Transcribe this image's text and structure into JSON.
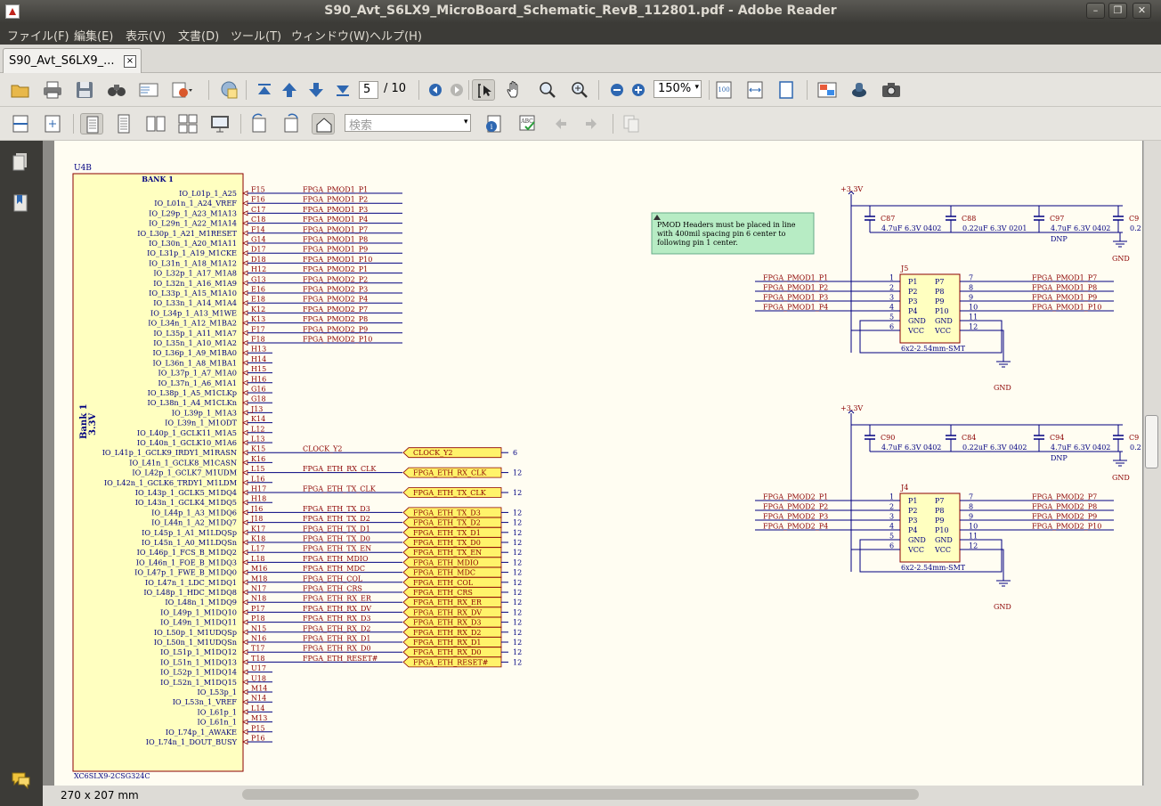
{
  "window": {
    "title": "S90_Avt_S6LX9_MicroBoard_Schematic_RevB_112801.pdf - Adobe Reader"
  },
  "menu": [
    "ファイル(F)",
    "編集(E)",
    "表示(V)",
    "文書(D)",
    "ツール(T)",
    "ウィンドウ(W)",
    "ヘルプ(H)"
  ],
  "tab": {
    "label": "S90_Avt_S6LX9_...",
    "close": "×"
  },
  "toolbar": {
    "page_current": "5",
    "page_total": "/ 10",
    "zoom": "150%",
    "search_placeholder": "検索"
  },
  "status": {
    "dimensions": "270 x 207 mm"
  },
  "schematic": {
    "ref": "U4B",
    "bank_title": "BANK 1",
    "bank_label_1": "Bank 1",
    "bank_label_2": "3.3V",
    "part": "XC6SLX9-2CSG324C",
    "pins": [
      {
        "n": "IO_L01p_1_A25",
        "b": "F15",
        "net": "FPGA_PMOD1_P1"
      },
      {
        "n": "IO_L01n_1_A24_VREF",
        "b": "F16",
        "net": "FPGA_PMOD1_P2"
      },
      {
        "n": "IO_L29p_1_A23_M1A13",
        "b": "C17",
        "net": "FPGA_PMOD1_P3"
      },
      {
        "n": "IO_L29n_1_A22_M1A14",
        "b": "C18",
        "net": "FPGA_PMOD1_P4"
      },
      {
        "n": "IO_L30p_1_A21_M1RESET",
        "b": "F14",
        "net": "FPGA_PMOD1_P7"
      },
      {
        "n": "IO_L30n_1_A20_M1A11",
        "b": "G14",
        "net": "FPGA_PMOD1_P8"
      },
      {
        "n": "IO_L31p_1_A19_M1CKE",
        "b": "D17",
        "net": "FPGA_PMOD1_P9"
      },
      {
        "n": "IO_L31n_1_A18_M1A12",
        "b": "D18",
        "net": "FPGA_PMOD1_P10"
      },
      {
        "n": "IO_L32p_1_A17_M1A8",
        "b": "H12",
        "net": "FPGA_PMOD2_P1"
      },
      {
        "n": "IO_L32n_1_A16_M1A9",
        "b": "G13",
        "net": "FPGA_PMOD2_P2"
      },
      {
        "n": "IO_L33p_1_A15_M1A10",
        "b": "E16",
        "net": "FPGA_PMOD2_P3"
      },
      {
        "n": "IO_L33n_1_A14_M1A4",
        "b": "E18",
        "net": "FPGA_PMOD2_P4"
      },
      {
        "n": "IO_L34p_1_A13_M1WE",
        "b": "K12",
        "net": "FPGA_PMOD2_P7"
      },
      {
        "n": "IO_L34n_1_A12_M1BA2",
        "b": "K13",
        "net": "FPGA_PMOD2_P8"
      },
      {
        "n": "IO_L35p_1_A11_M1A7",
        "b": "F17",
        "net": "FPGA_PMOD2_P9"
      },
      {
        "n": "IO_L35n_1_A10_M1A2",
        "b": "F18",
        "net": "FPGA_PMOD2_P10"
      },
      {
        "n": "IO_L36p_1_A9_M1BA0",
        "b": "H13",
        "net": ""
      },
      {
        "n": "IO_L36n_1_A8_M1BA1",
        "b": "H14",
        "net": ""
      },
      {
        "n": "IO_L37p_1_A7_M1A0",
        "b": "H15",
        "net": ""
      },
      {
        "n": "IO_L37n_1_A6_M1A1",
        "b": "H16",
        "net": ""
      },
      {
        "n": "IO_L38p_1_A5_M1CLKp",
        "b": "G16",
        "net": ""
      },
      {
        "n": "IO_L38n_1_A4_M1CLKn",
        "b": "G18",
        "net": ""
      },
      {
        "n": "IO_L39p_1_M1A3",
        "b": "J13",
        "net": ""
      },
      {
        "n": "IO_L39n_1_M1ODT",
        "b": "K14",
        "net": ""
      },
      {
        "n": "IO_L40p_1_GCLK11_M1A5",
        "b": "L12",
        "net": ""
      },
      {
        "n": "IO_L40n_1_GCLK10_M1A6",
        "b": "L13",
        "net": ""
      },
      {
        "n": "IO_L41p_1_GCLK9_IRDY1_M1RASN",
        "b": "K15",
        "net": "CLOCK_Y2"
      },
      {
        "n": "IO_L41n_1_GCLK8_M1CASN",
        "b": "K16",
        "net": ""
      },
      {
        "n": "IO_L42p_1_GCLK7_M1UDM",
        "b": "L15",
        "net": "FPGA_ETH_RX_CLK"
      },
      {
        "n": "IO_L42n_1_GCLK6_TRDY1_M1LDM",
        "b": "L16",
        "net": ""
      },
      {
        "n": "IO_L43p_1_GCLK5_M1DQ4",
        "b": "H17",
        "net": "FPGA_ETH_TX_CLK"
      },
      {
        "n": "IO_L43n_1_GCLK4_M1DQ5",
        "b": "H18",
        "net": ""
      },
      {
        "n": "IO_L44p_1_A3_M1DQ6",
        "b": "J16",
        "net": "FPGA_ETH_TX_D3"
      },
      {
        "n": "IO_L44n_1_A2_M1DQ7",
        "b": "J18",
        "net": "FPGA_ETH_TX_D2"
      },
      {
        "n": "IO_L45p_1_A1_M1LDQSp",
        "b": "K17",
        "net": "FPGA_ETH_TX_D1"
      },
      {
        "n": "IO_L45n_1_A0_M1LDQSn",
        "b": "K18",
        "net": "FPGA_ETH_TX_D0"
      },
      {
        "n": "IO_L46p_1_FCS_B_M1DQ2",
        "b": "L17",
        "net": "FPGA_ETH_TX_EN"
      },
      {
        "n": "IO_L46n_1_FOE_B_M1DQ3",
        "b": "L18",
        "net": "FPGA_ETH_MDIO"
      },
      {
        "n": "IO_L47p_1_FWE_B_M1DQ0",
        "b": "M16",
        "net": "FPGA_ETH_MDC"
      },
      {
        "n": "IO_L47n_1_LDC_M1DQ1",
        "b": "M18",
        "net": "FPGA_ETH_COL"
      },
      {
        "n": "IO_L48p_1_HDC_M1DQ8",
        "b": "N17",
        "net": "FPGA_ETH_CRS"
      },
      {
        "n": "IO_L48n_1_M1DQ9",
        "b": "N18",
        "net": "FPGA_ETH_RX_ER"
      },
      {
        "n": "IO_L49p_1_M1DQ10",
        "b": "P17",
        "net": "FPGA_ETH_RX_DV"
      },
      {
        "n": "IO_L49n_1_M1DQ11",
        "b": "P18",
        "net": "FPGA_ETH_RX_D3"
      },
      {
        "n": "IO_L50p_1_M1UDQSp",
        "b": "N15",
        "net": "FPGA_ETH_RX_D2"
      },
      {
        "n": "IO_L50n_1_M1UDQSn",
        "b": "N16",
        "net": "FPGA_ETH_RX_D1"
      },
      {
        "n": "IO_L51p_1_M1DQ12",
        "b": "T17",
        "net": "FPGA_ETH_RX_D0"
      },
      {
        "n": "IO_L51n_1_M1DQ13",
        "b": "T18",
        "net": "FPGA_ETH_RESET#"
      },
      {
        "n": "IO_L52p_1_M1DQ14",
        "b": "U17",
        "net": ""
      },
      {
        "n": "IO_L52n_1_M1DQ15",
        "b": "U18",
        "net": ""
      },
      {
        "n": "IO_L53p_1",
        "b": "M14",
        "net": ""
      },
      {
        "n": "IO_L53n_1_VREF",
        "b": "N14",
        "net": ""
      },
      {
        "n": "IO_L61p_1",
        "b": "L14",
        "net": ""
      },
      {
        "n": "IO_L61n_1",
        "b": "M13",
        "net": ""
      },
      {
        "n": "IO_L74p_1_AWAKE",
        "b": "P15",
        "net": ""
      },
      {
        "n": "IO_L74n_1_DOUT_BUSY",
        "b": "P16",
        "net": ""
      }
    ],
    "ports": [
      {
        "row": 26,
        "label": "CLOCK_Y2",
        "page": "6"
      },
      {
        "row": 28,
        "label": "FPGA_ETH_RX_CLK",
        "page": "12"
      },
      {
        "row": 30,
        "label": "FPGA_ETH_TX_CLK",
        "page": "12"
      },
      {
        "row": 32,
        "label": "FPGA_ETH_TX_D3",
        "page": "12"
      },
      {
        "row": 33,
        "label": "FPGA_ETH_TX_D2",
        "page": "12"
      },
      {
        "row": 34,
        "label": "FPGA_ETH_TX_D1",
        "page": "12"
      },
      {
        "row": 35,
        "label": "FPGA_ETH_TX_D0",
        "page": "12"
      },
      {
        "row": 36,
        "label": "FPGA_ETH_TX_EN",
        "page": "12"
      },
      {
        "row": 37,
        "label": "FPGA_ETH_MDIO",
        "page": "12"
      },
      {
        "row": 38,
        "label": "FPGA_ETH_MDC",
        "page": "12"
      },
      {
        "row": 39,
        "label": "FPGA_ETH_COL",
        "page": "12"
      },
      {
        "row": 40,
        "label": "FPGA_ETH_CRS",
        "page": "12"
      },
      {
        "row": 41,
        "label": "FPGA_ETH_RX_ER",
        "page": "12"
      },
      {
        "row": 42,
        "label": "FPGA_ETH_RX_DV",
        "page": "12"
      },
      {
        "row": 43,
        "label": "FPGA_ETH_RX_D3",
        "page": "12"
      },
      {
        "row": 44,
        "label": "FPGA_ETH_RX_D2",
        "page": "12"
      },
      {
        "row": 45,
        "label": "FPGA_ETH_RX_D1",
        "page": "12"
      },
      {
        "row": 46,
        "label": "FPGA_ETH_RX_D0",
        "page": "12"
      },
      {
        "row": 47,
        "label": "FPGA_ETH_RESET#",
        "page": "12"
      }
    ],
    "note": [
      "PMOD Headers must be placed in line",
      "with 400mil spacing pin 6 center to",
      "following pin 1 center."
    ],
    "pmods": [
      {
        "ref": "J5",
        "rail": "+3.3V",
        "footprint": "6x2-2.54mm-SMT",
        "gnd": "GND",
        "caps": [
          {
            "ref": "C87",
            "val": "4.7uF 6.3V 0402",
            "dnp": ""
          },
          {
            "ref": "C88",
            "val": "0.22uF 6.3V 0201",
            "dnp": ""
          },
          {
            "ref": "C97",
            "val": "4.7uF 6.3V 0402",
            "dnp": "DNP"
          },
          {
            "ref": "C9",
            "val": "0.2",
            "dnp": ""
          }
        ],
        "left_nets": [
          "FPGA_PMOD1_P1",
          "FPGA_PMOD1_P2",
          "FPGA_PMOD1_P3",
          "FPGA_PMOD1_P4"
        ],
        "right_nets": [
          "FPGA_PMOD1_P7",
          "FPGA_PMOD1_P8",
          "FPGA_PMOD1_P9",
          "FPGA_PMOD1_P10"
        ]
      },
      {
        "ref": "J4",
        "rail": "+3.3V",
        "footprint": "6x2-2.54mm-SMT",
        "gnd": "GND",
        "caps": [
          {
            "ref": "C90",
            "val": "4.7uF 6.3V 0402",
            "dnp": ""
          },
          {
            "ref": "C84",
            "val": "0.22uF 6.3V 0402",
            "dnp": ""
          },
          {
            "ref": "C94",
            "val": "4.7uF 6.3V 0402",
            "dnp": "DNP"
          },
          {
            "ref": "C9",
            "val": "0.2",
            "dnp": ""
          }
        ],
        "left_nets": [
          "FPGA_PMOD2_P1",
          "FPGA_PMOD2_P2",
          "FPGA_PMOD2_P3",
          "FPGA_PMOD2_P4"
        ],
        "right_nets": [
          "FPGA_PMOD2_P7",
          "FPGA_PMOD2_P8",
          "FPGA_PMOD2_P9",
          "FPGA_PMOD2_P10"
        ]
      }
    ],
    "header_pins": {
      "left_nums": [
        "1",
        "2",
        "3",
        "4",
        "5",
        "6"
      ],
      "left_names": [
        "P1",
        "P2",
        "P3",
        "P4",
        "GND",
        "VCC"
      ],
      "right_nums": [
        "7",
        "8",
        "9",
        "10",
        "11",
        "12"
      ],
      "right_names": [
        "P7",
        "P8",
        "P9",
        "P10",
        "GND",
        "VCC"
      ]
    }
  }
}
